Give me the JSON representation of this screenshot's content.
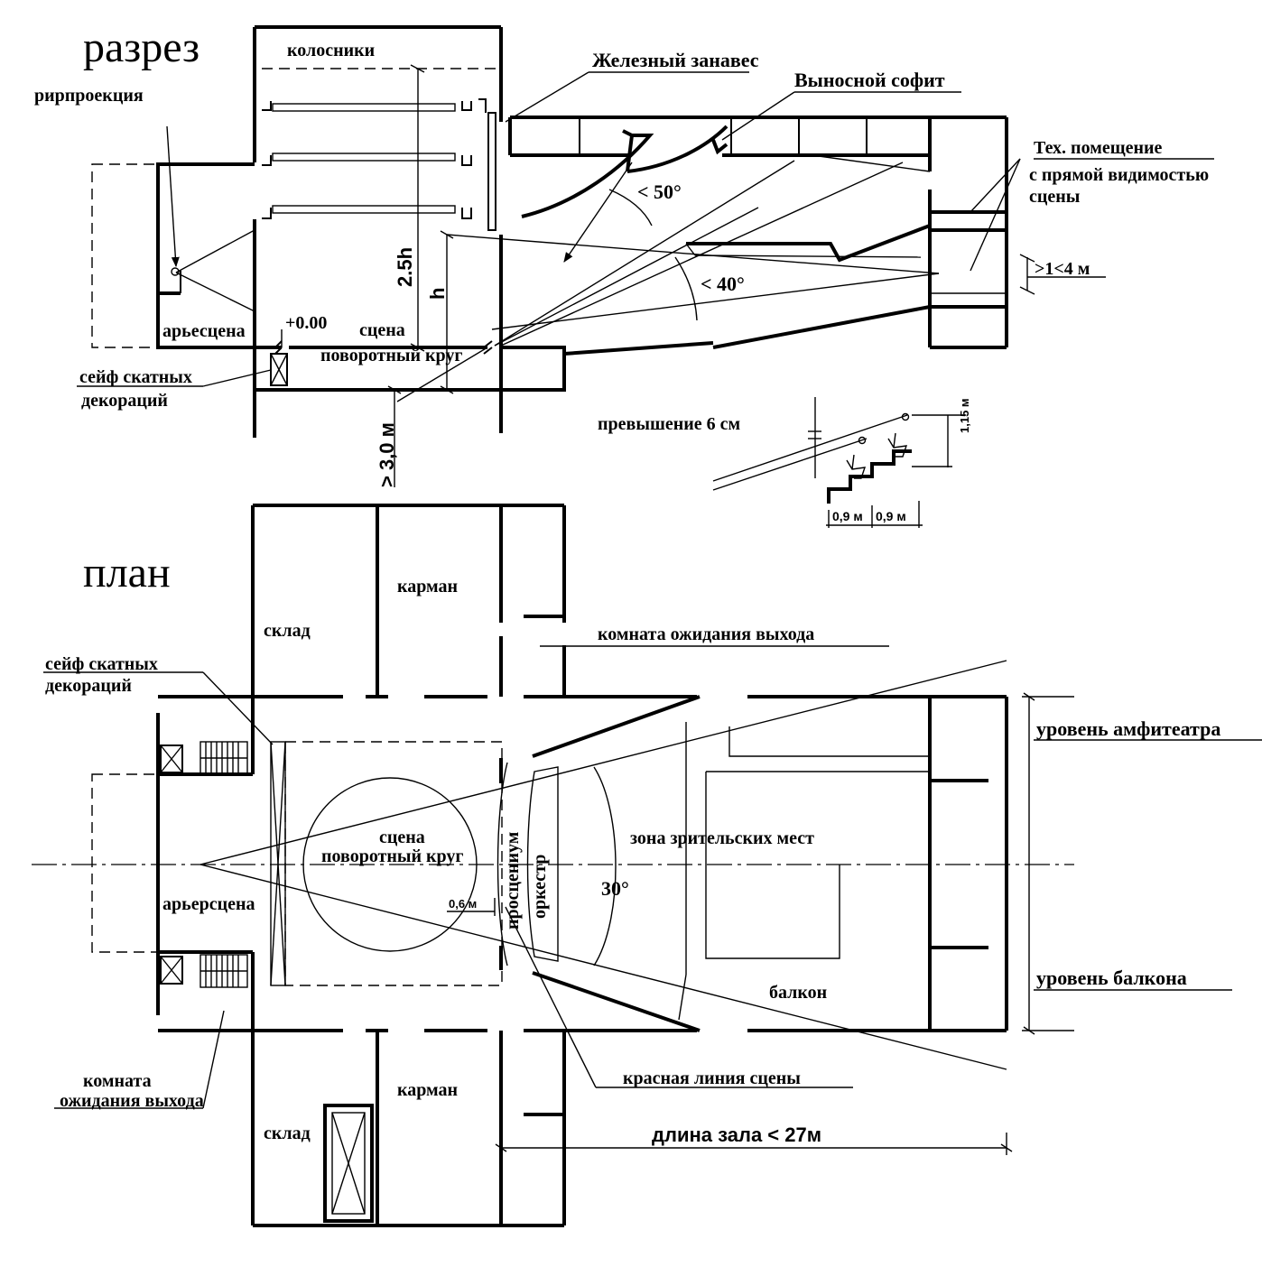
{
  "section": {
    "title": "разрез",
    "labels": {
      "flies": "колосники",
      "rear_projection": "рирпроекция",
      "iron_curtain": "Железный занавес",
      "remote_soffit": "Выносной софит",
      "tech_room_1": "Тех. помещение",
      "tech_room_2": "с прямой видимостью",
      "tech_room_3": "сцены",
      "angle_50": "< 50°",
      "angle_40": "< 40°",
      "height_25h": "2.5h",
      "height_h": "h",
      "tech_height": ">1<4 м",
      "rear_stage": "арьесцена",
      "zero_level": "+0.00",
      "stage": "сцена",
      "revolving": "поворотный круг",
      "safe_1": "сейф скатных",
      "safe_2": "декораций",
      "pit_depth": "> 3,0 м"
    }
  },
  "seating": {
    "excess": "превышение 6 см",
    "eye_height": "1,15 м",
    "row_1": "0,9 м",
    "row_2": "0,9 м"
  },
  "plan": {
    "title": "план",
    "labels": {
      "pocket_top": "карман",
      "store_top": "склад",
      "exit_room_top": "комната ожидания выхода",
      "safe_1": "сейф скатных",
      "safe_2": "декораций",
      "amphitheatre": "уровень амфитеатра",
      "stage": "сцена",
      "revolving": "поворотный круг",
      "proscenium": "просцениум",
      "orchestra": "оркестр",
      "audience": "зона зрительских мест",
      "angle_30": "30°",
      "rear_stage": "арьерсцена",
      "dim_06": "0,6 м",
      "balcony": "балкон",
      "balcony_level": "уровень балкона",
      "exit_room_1": "комната",
      "exit_room_2": "ожидания выхода",
      "red_line": "красная линия сцены",
      "pocket_bottom": "карман",
      "store_bottom": "склад",
      "hall_length": "длина зала < 27м"
    }
  }
}
